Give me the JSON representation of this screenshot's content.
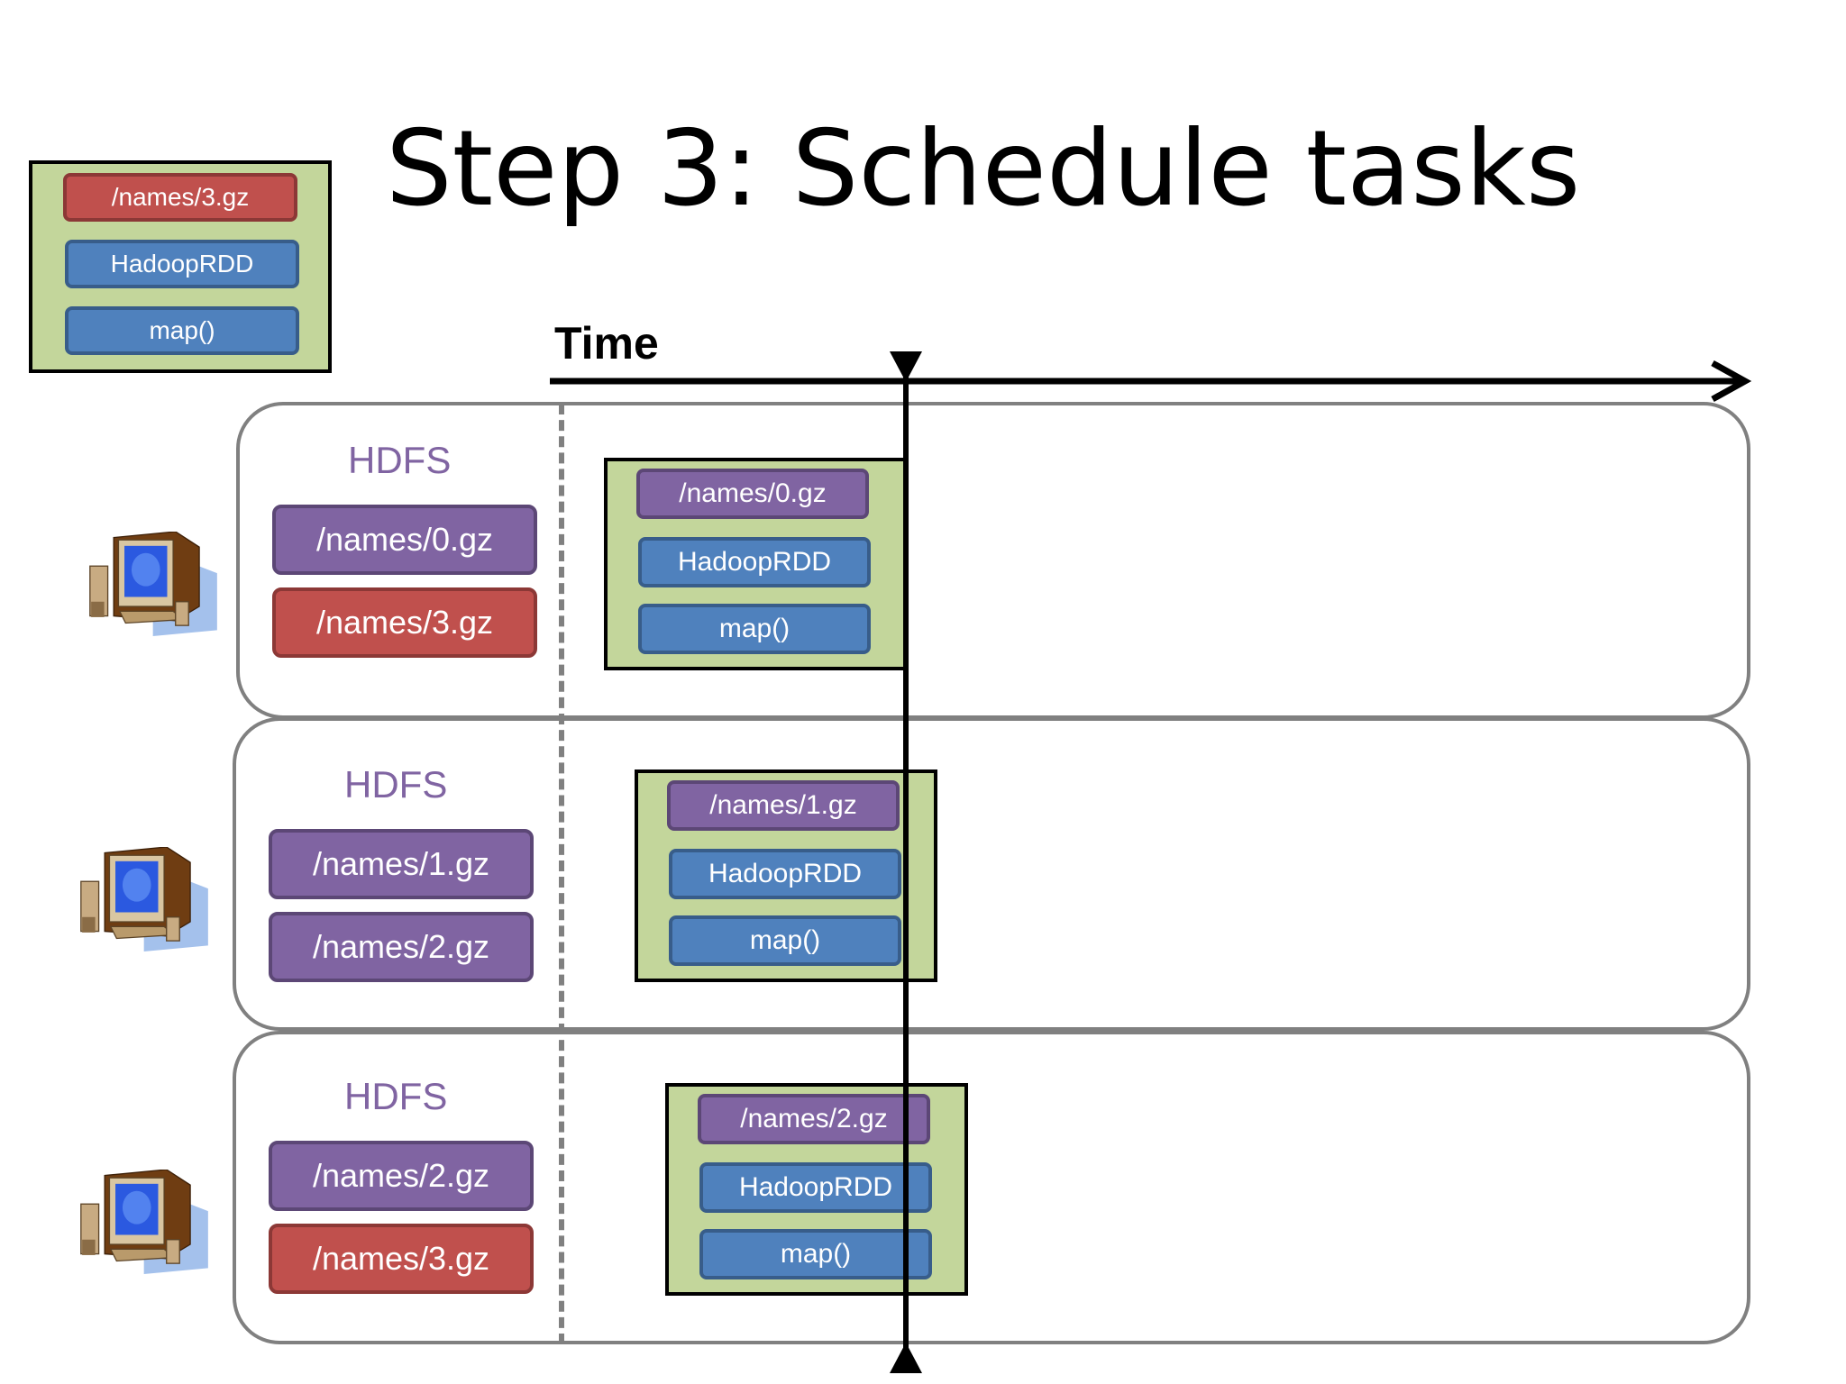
{
  "slide": {
    "title": "Step 3: Schedule tasks",
    "time_label": "Time"
  },
  "legend": {
    "file": "/names/3.gz",
    "rdd": "HadoopRDD",
    "op": "map()"
  },
  "nodes": [
    {
      "hdfs_label": "HDFS",
      "files": [
        "/names/0.gz",
        "/names/3.gz"
      ],
      "file_colors": [
        "purple",
        "red"
      ],
      "task": {
        "file": "/names/0.gz",
        "rdd": "HadoopRDD",
        "op": "map()"
      }
    },
    {
      "hdfs_label": "HDFS",
      "files": [
        "/names/1.gz",
        "/names/2.gz"
      ],
      "file_colors": [
        "purple",
        "purple"
      ],
      "task": {
        "file": "/names/1.gz",
        "rdd": "HadoopRDD",
        "op": "map()"
      }
    },
    {
      "hdfs_label": "HDFS",
      "files": [
        "/names/2.gz",
        "/names/3.gz"
      ],
      "file_colors": [
        "purple",
        "red"
      ],
      "task": {
        "file": "/names/2.gz",
        "rdd": "HadoopRDD",
        "op": "map()"
      }
    }
  ],
  "colors": {
    "task_bg": "#c3d69b",
    "red": "#c0504d",
    "purple": "#8064a2",
    "blue": "#4f81bd",
    "row_border": "#808080"
  },
  "icons": [
    "computer-icon",
    "computer-icon",
    "computer-icon"
  ]
}
